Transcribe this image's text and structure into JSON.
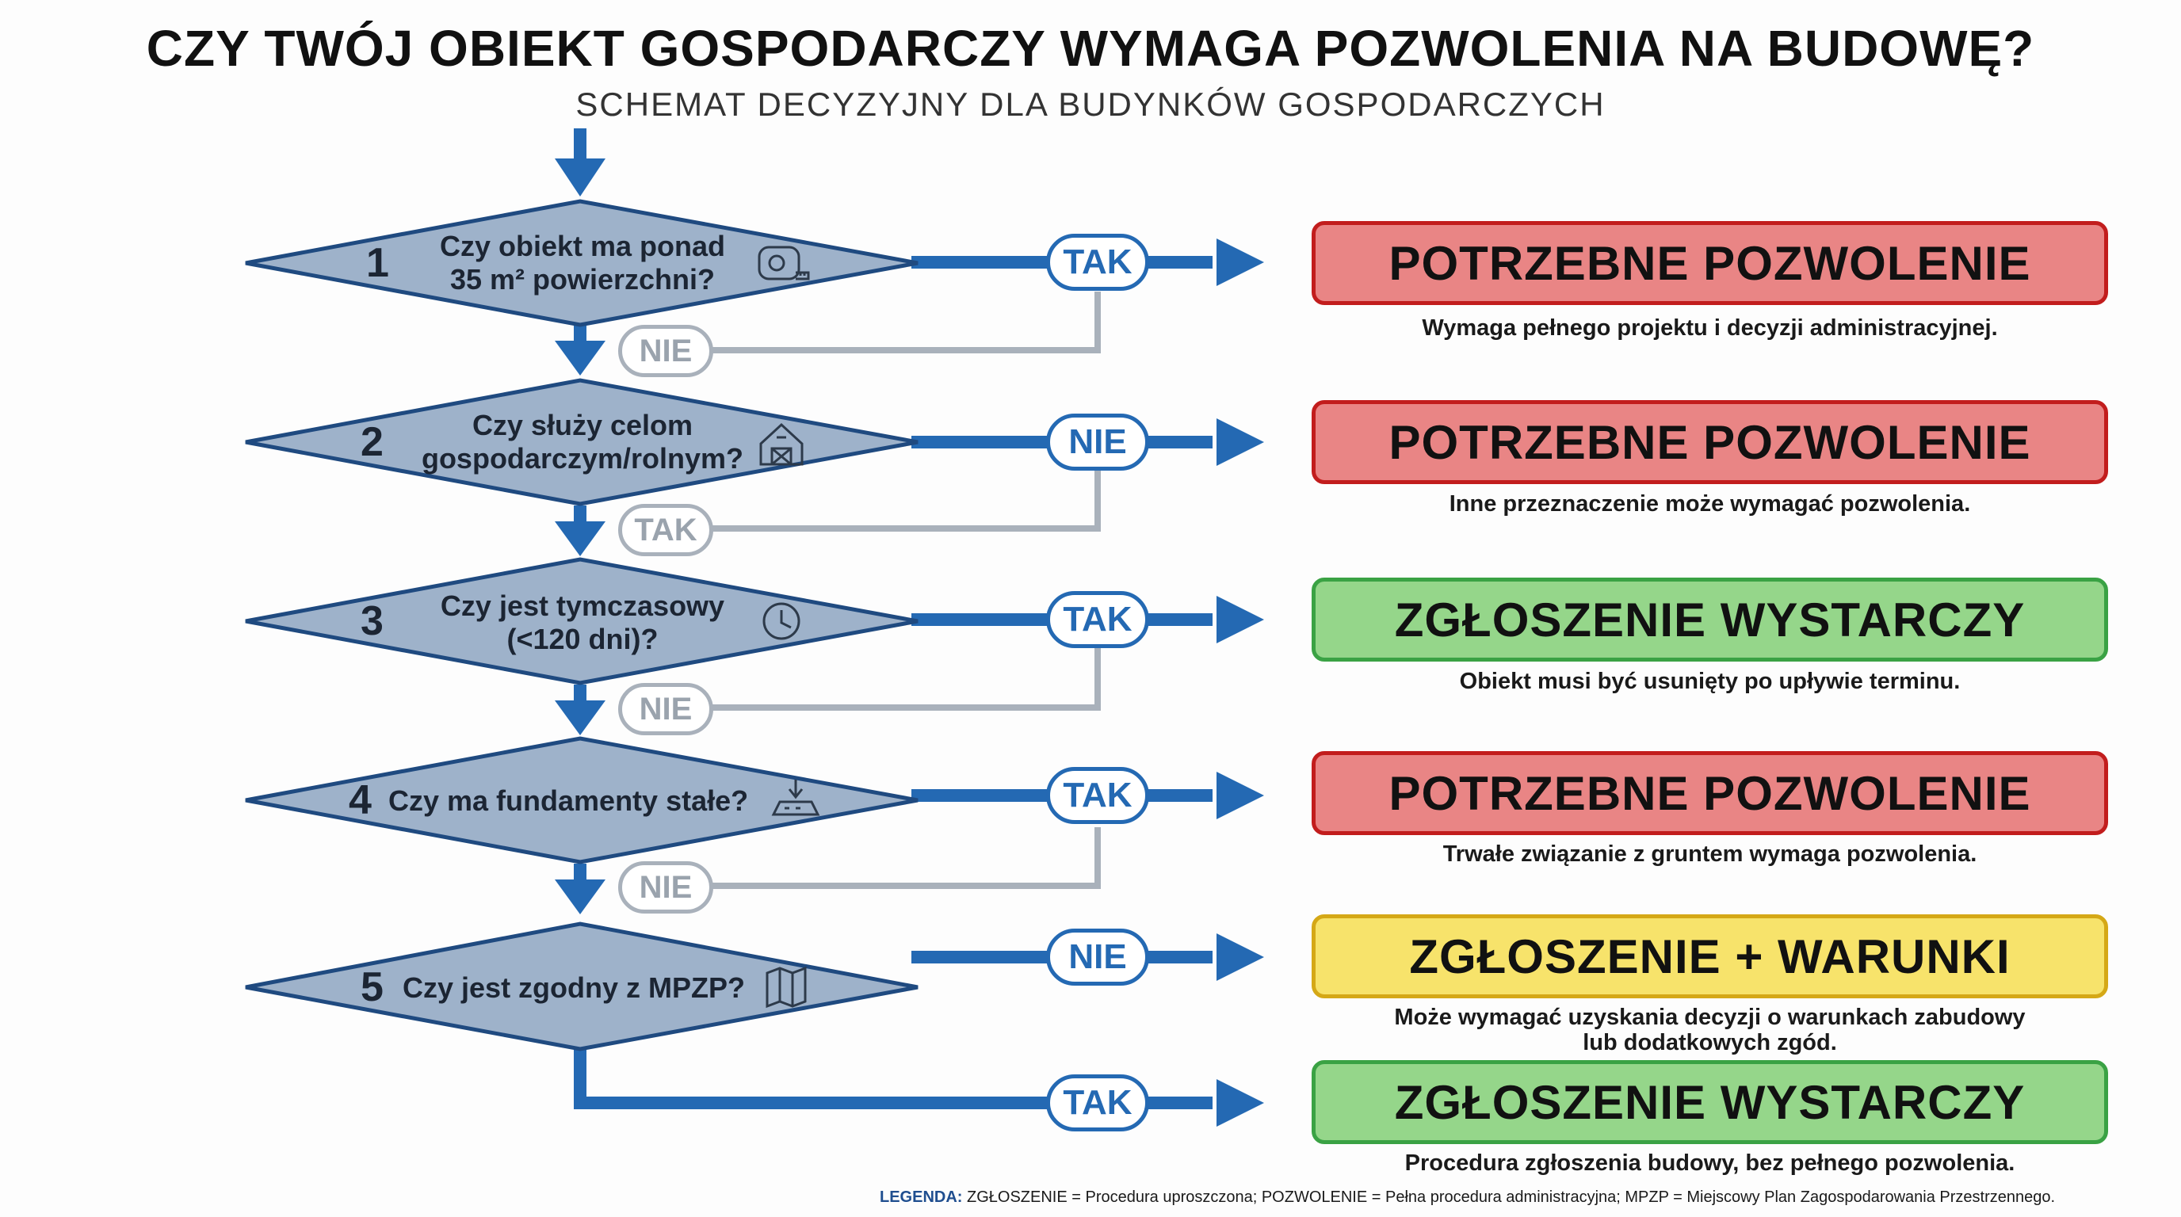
{
  "header": {
    "title": "CZY TWÓJ OBIEKT GOSPODARCZY WYMAGA POZWOLENIA NA BUDOWĘ?",
    "subtitle": "SCHEMAT DECYZYJNY DLA BUDYNKÓW GOSPODARCZYCH"
  },
  "colors": {
    "flow_blue": "#2469b3",
    "diamond_fill": "#9eb2ca",
    "diamond_stroke": "#1f4a80",
    "connector_grey": "#a9b1bb",
    "red_box": "#e98585",
    "green_box": "#95d68a",
    "yellow_box": "#f7e36b"
  },
  "questions": [
    {
      "number": "1",
      "line1": "Czy obiekt ma ponad",
      "line2": "35 m² powierzchni?",
      "icon": "tape-measure-icon",
      "branch_label": "TAK",
      "continue_label": "NIE"
    },
    {
      "number": "2",
      "line1": "Czy służy celom",
      "line2": "gospodarczym/rolnym?",
      "icon": "barn-icon",
      "branch_label": "NIE",
      "continue_label": "TAK"
    },
    {
      "number": "3",
      "line1": "Czy jest tymczasowy",
      "line2": "(<120 dni)?",
      "icon": "clock-icon",
      "branch_label": "TAK",
      "continue_label": "NIE"
    },
    {
      "number": "4",
      "line1": "Czy ma fundamenty stałe?",
      "line2": "",
      "icon": "foundation-icon",
      "branch_label": "TAK",
      "continue_label": "NIE"
    },
    {
      "number": "5",
      "line1": "Czy jest zgodny z MPZP?",
      "line2": "",
      "icon": "map-icon",
      "branch_label": "NIE",
      "continue_label": "TAK"
    }
  ],
  "results": [
    {
      "label": "POTRZEBNE POZWOLENIE",
      "color": "red",
      "desc1": "Wymaga pełnego projektu i decyzji administracyjnej.",
      "desc2": ""
    },
    {
      "label": "POTRZEBNE POZWOLENIE",
      "color": "red",
      "desc1": "Inne przeznaczenie może wymagać pozwolenia.",
      "desc2": ""
    },
    {
      "label": "ZGŁOSZENIE WYSTARCZY",
      "color": "green",
      "desc1": "Obiekt musi być usunięty po upływie terminu.",
      "desc2": ""
    },
    {
      "label": "POTRZEBNE POZWOLENIE",
      "color": "red",
      "desc1": "Trwałe związanie z gruntem wymaga pozwolenia.",
      "desc2": ""
    },
    {
      "label": "ZGŁOSZENIE + WARUNKI",
      "color": "yellow",
      "desc1": "Może wymagać uzyskania decyzji o warunkach zabudowy",
      "desc2": "lub dodatkowych zgód."
    },
    {
      "label": "ZGŁOSZENIE WYSTARCZY",
      "color": "green",
      "desc1": "Procedura zgłoszenia budowy, bez pełnego pozwolenia.",
      "desc2": ""
    }
  ],
  "legend": {
    "label": "LEGENDA:",
    "text": "ZGŁOSZENIE = Procedura uproszczona; POZWOLENIE = Pełna procedura administracyjna; MPZP = Miejscowy Plan Zagospodarowania Przestrzennego."
  }
}
